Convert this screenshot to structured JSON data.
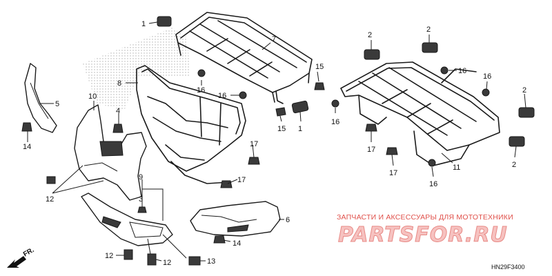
{
  "diagram": {
    "callouts": {
      "n1a": "1",
      "n1b": "1",
      "n2a": "2",
      "n2b": "2",
      "n2c": "2",
      "n2d": "2",
      "n3": "3",
      "n4": "4",
      "n5": "5",
      "n6": "6",
      "n7": "7",
      "n8": "8",
      "n9": "9",
      "n10": "10",
      "n11": "11",
      "n12a": "12",
      "n12b": "12",
      "n12c": "12",
      "n13": "13",
      "n14a": "14",
      "n14b": "14",
      "n15a": "15",
      "n15b": "15",
      "n16a": "16",
      "n16b": "16",
      "n16c": "16",
      "n16d": "16",
      "n16e": "16",
      "n16f": "16",
      "n17a": "17",
      "n17b": "17",
      "n17c": "17",
      "n17d": "17"
    },
    "diagram_code": "HN29F3400",
    "direction_label": "FR."
  },
  "watermark": {
    "caption": "ЗАПЧАСТИ И АКСЕССУАРЫ ДЛЯ МОТОТЕХНИКИ",
    "logo": "PARTSFOR.RU"
  },
  "colors": {
    "line": "#1a1a1a",
    "watermark_text": "#e0504a",
    "watermark_logo": "#f6c2c0"
  }
}
